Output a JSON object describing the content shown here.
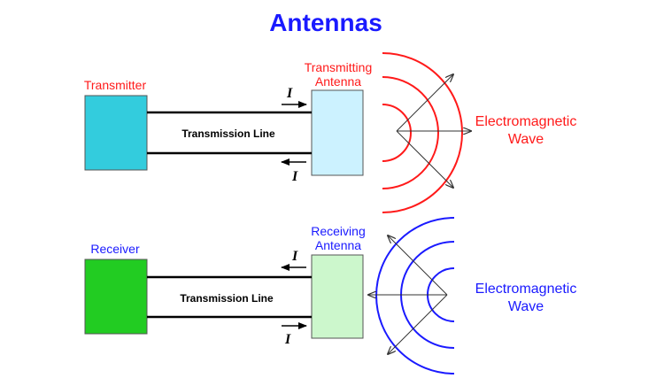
{
  "title": "Antennas",
  "top": {
    "source_label": "Transmitter",
    "antenna_label_line1": "Transmitting",
    "antenna_label_line2": "Antenna",
    "line_label": "Transmission Line",
    "current_upper": "I",
    "current_lower": "I",
    "wave_label_line1": "Electromagnetic",
    "wave_label_line2": "Wave"
  },
  "bottom": {
    "source_label": "Receiver",
    "antenna_label_line1": "Receiving",
    "antenna_label_line2": "Antenna",
    "line_label": "Transmission Line",
    "current_upper": "I",
    "current_lower": "I",
    "wave_label_line1": "Electromagnetic",
    "wave_label_line2": "Wave"
  },
  "colors": {
    "title": "#1a1aff",
    "transmit_text": "#ff1a1a",
    "receive_text": "#1a1aff",
    "transmitter_box": "#33ccdd",
    "transmit_antenna_box": "#ccf2ff",
    "receiver_box": "#22cc22",
    "receive_antenna_box": "#ccf7cc",
    "transmit_wave": "#ff1a1a",
    "receive_wave": "#1a1aff"
  }
}
